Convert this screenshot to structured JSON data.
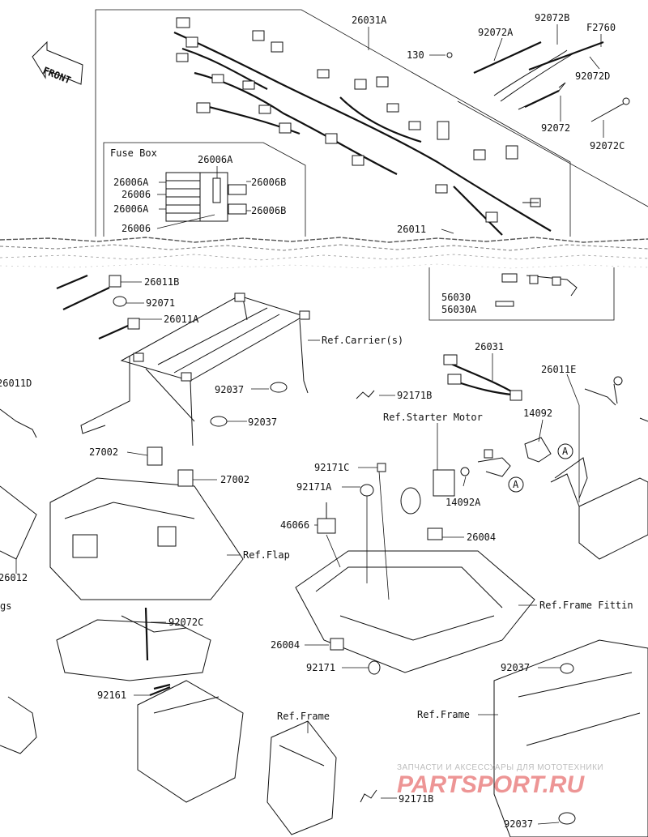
{
  "front_label": "FRONT",
  "fuse_box_title": "Fuse Box",
  "labels": {
    "l26031A": "26031A",
    "l130": "130",
    "l92072A": "92072A",
    "l92072B": "92072B",
    "lF2760": "F2760",
    "l92072D": "92072D",
    "l92072": "92072",
    "l92072C_top": "92072C",
    "fb_26006A_1": "26006A",
    "fb_26006A_2": "26006A",
    "fb_26006B_1": "26006B",
    "fb_26006_1": "26006",
    "fb_26006A_3": "26006A",
    "fb_26006B_2": "26006B",
    "fb_26006_2": "26006",
    "l26011": "26011",
    "l26011B": "26011B",
    "l92071": "92071",
    "l26011A": "26011A",
    "l56030": "56030",
    "l56030A": "56030A",
    "refCarrier": "Ref.Carrier(s)",
    "l92037_a": "92037",
    "l92037_b": "92037",
    "l26011D": "26011D",
    "l26031": "26031",
    "l26011E": "26011E",
    "l92171B_a": "92171B",
    "refStarter": "Ref.Starter Motor",
    "l14092": "14092",
    "l27002_a": "27002",
    "l27002_b": "27002",
    "l92171C": "92171C",
    "l92171A": "92171A",
    "l14092A": "14092A",
    "l46066": "46066",
    "l26004_a": "26004",
    "refFlap": "Ref.Flap",
    "l26012": "26012",
    "lgs": "gs",
    "refFrameFitting": "Ref.Frame Fittin",
    "l92072C_bot": "92072C",
    "l26004_b": "26004",
    "l92171": "92171",
    "l92037_c": "92037",
    "l92161": "92161",
    "refFrame_a": "Ref.Frame",
    "refFrame_b": "Ref.Frame",
    "l92171B_b": "92171B",
    "l92037_d": "92037",
    "circleA_1": "A",
    "circleA_2": "A"
  },
  "watermark": {
    "line1": "ЗАПЧАСТИ И АКСЕССУАРЫ ДЛЯ МОТОТЕХНИКИ",
    "line2": "PARTSPORT.RU"
  }
}
